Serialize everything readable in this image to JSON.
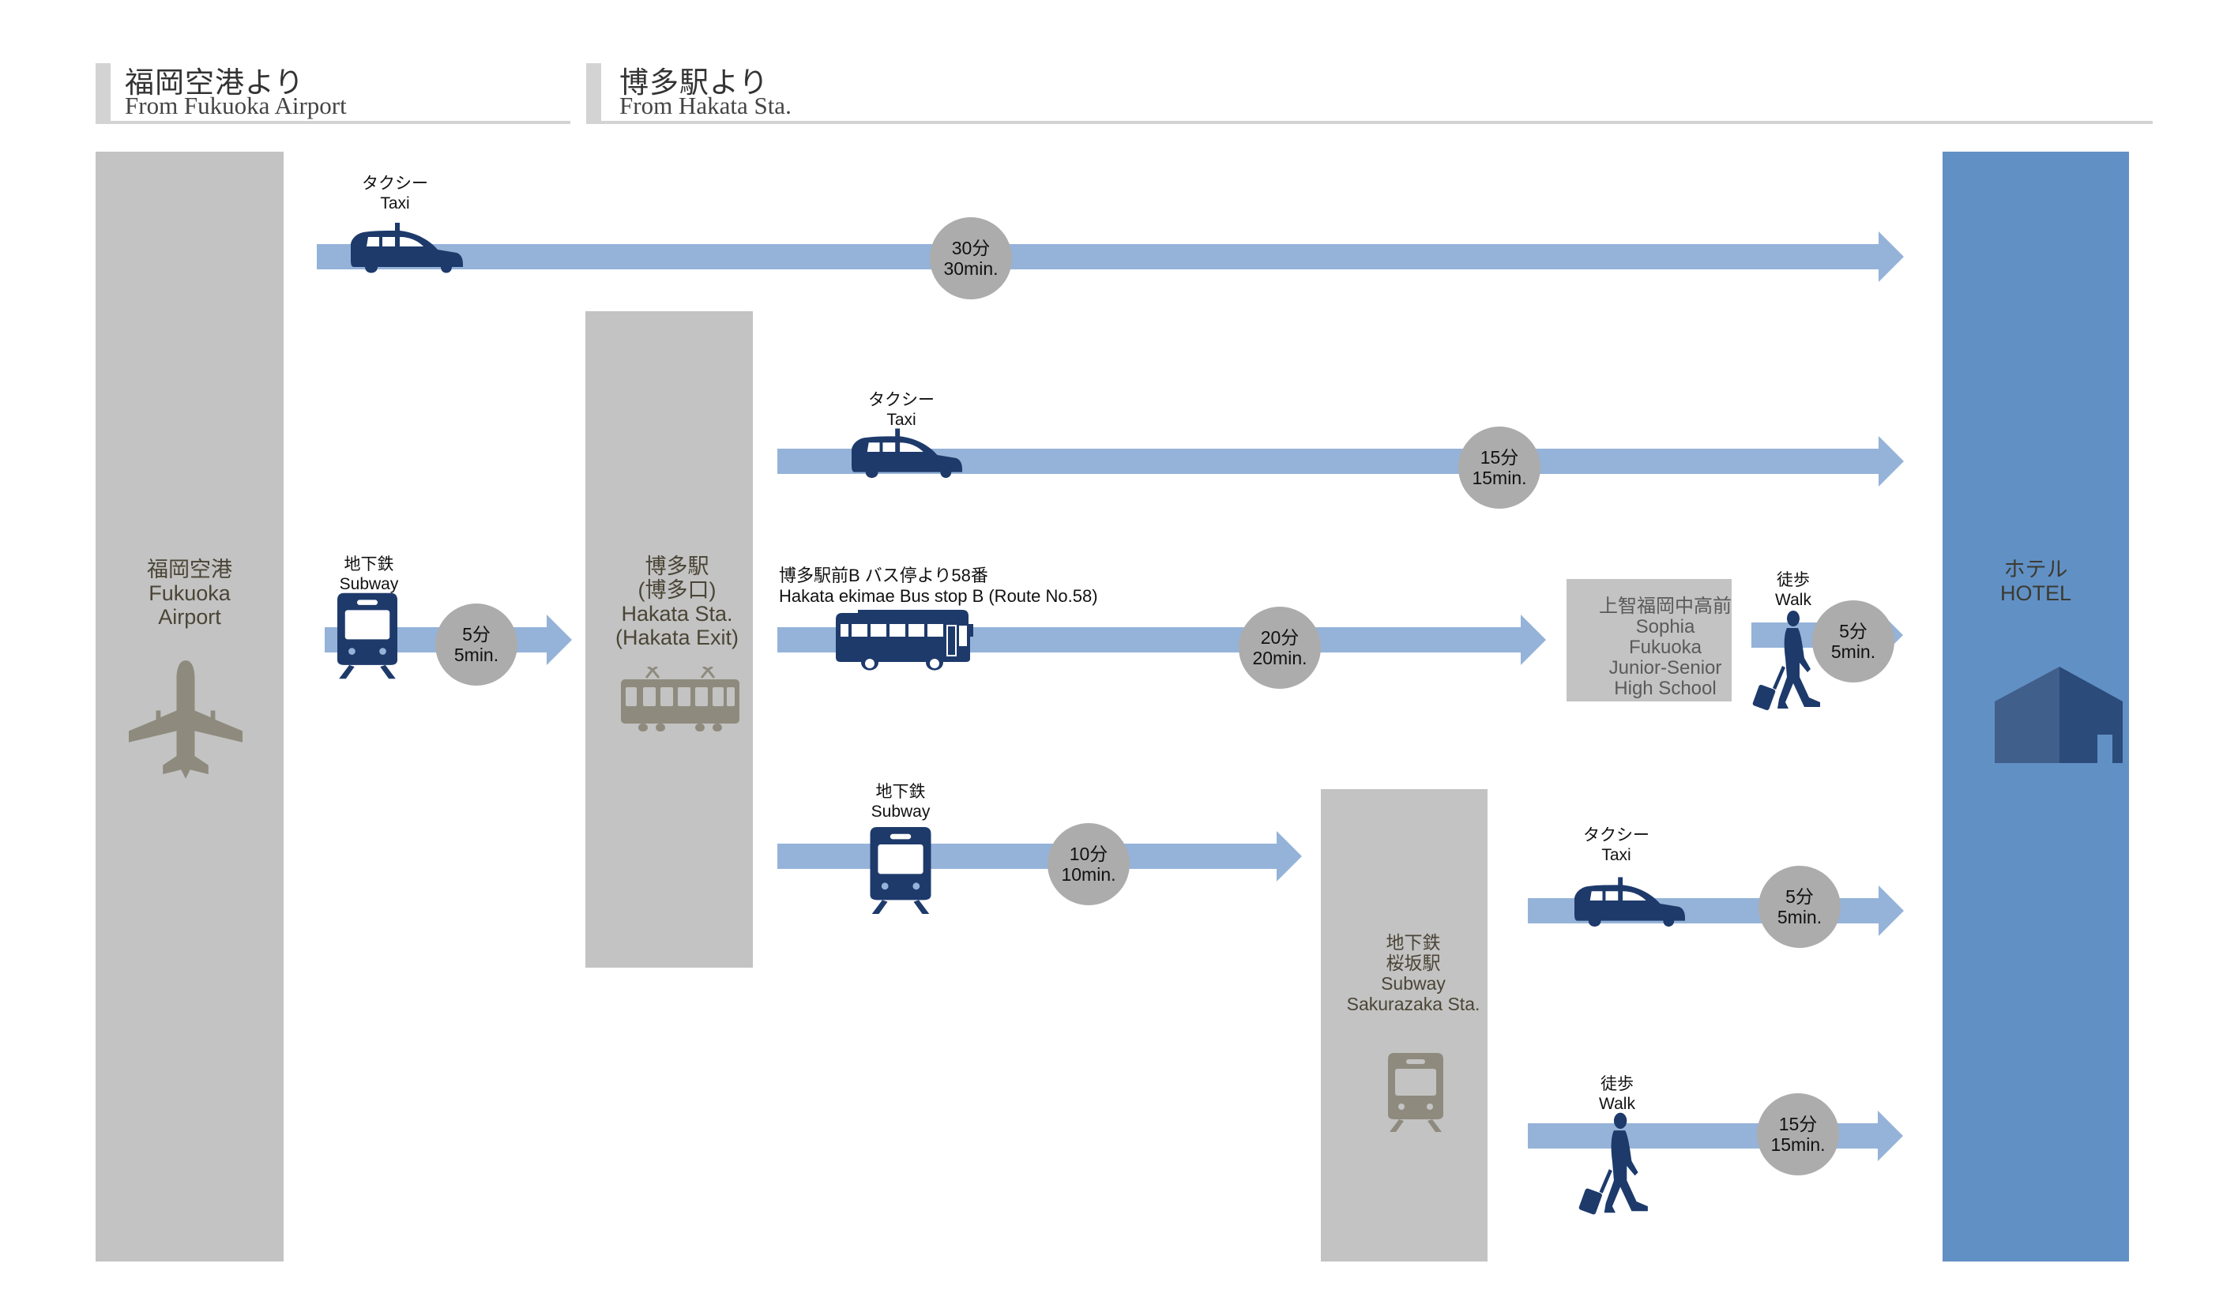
{
  "headers": [
    {
      "jp": "福岡空港より",
      "en": "From Fukuoka Airport"
    },
    {
      "jp": "博多駅より",
      "en": "From Hakata Sta."
    }
  ],
  "places": {
    "airport": {
      "lines": [
        "福岡空港",
        "Fukuoka",
        "Airport"
      ],
      "icon": "airplane-icon"
    },
    "hakata": {
      "lines": [
        "博多駅",
        "(博多口)",
        "Hakata Sta.",
        "(Hakata Exit)"
      ],
      "icon": "train-icon"
    },
    "sakurazaka": {
      "lines": [
        "地下鉄",
        "桜坂駅",
        "Subway",
        "Sakurazaka Sta."
      ],
      "icon": "subway-icon"
    },
    "school": {
      "lines": [
        "上智福岡中高前",
        "Sophia",
        "Fukuoka",
        "Junior-Senior",
        "High School"
      ]
    },
    "hotel": {
      "lines": [
        "ホテル",
        "HOTEL"
      ],
      "icon": "hotel-building-icon"
    }
  },
  "routes": [
    {
      "id": "airport-taxi",
      "mode_jp": "タクシー",
      "mode_en": "Taxi",
      "icon": "taxi-icon",
      "time_jp": "30分",
      "time_en": "30min.",
      "from": "Fukuoka Airport",
      "to": "HOTEL"
    },
    {
      "id": "hakata-taxi",
      "mode_jp": "タクシー",
      "mode_en": "Taxi",
      "icon": "taxi-icon",
      "time_jp": "15分",
      "time_en": "15min.",
      "from": "Hakata Sta.",
      "to": "HOTEL"
    },
    {
      "id": "airport-subway",
      "mode_jp": "地下鉄",
      "mode_en": "Subway",
      "icon": "subway-icon",
      "time_jp": "5分",
      "time_en": "5min.",
      "from": "Fukuoka Airport",
      "to": "Hakata Sta."
    },
    {
      "id": "hakata-bus",
      "mode_jp": "博多駅前B バス停より58番",
      "mode_en": "Hakata ekimae Bus stop B (Route No.58)",
      "icon": "bus-icon",
      "time_jp": "20分",
      "time_en": "20min.",
      "from": "Hakata Sta.",
      "to": "Sophia Fukuoka Junior-Senior High School"
    },
    {
      "id": "school-walk",
      "mode_jp": "徒歩",
      "mode_en": "Walk",
      "icon": "walker-icon",
      "time_jp": "5分",
      "time_en": "5min.",
      "from": "Sophia Fukuoka Junior-Senior High School",
      "to": "HOTEL"
    },
    {
      "id": "hakata-subway",
      "mode_jp": "地下鉄",
      "mode_en": "Subway",
      "icon": "subway-icon",
      "time_jp": "10分",
      "time_en": "10min.",
      "from": "Hakata Sta.",
      "to": "Subway Sakurazaka Sta."
    },
    {
      "id": "sakurazaka-taxi",
      "mode_jp": "タクシー",
      "mode_en": "Taxi",
      "icon": "taxi-icon",
      "time_jp": "5分",
      "time_en": "5min.",
      "from": "Subway Sakurazaka Sta.",
      "to": "HOTEL"
    },
    {
      "id": "sakurazaka-walk",
      "mode_jp": "徒歩",
      "mode_en": "Walk",
      "icon": "walker-icon",
      "time_jp": "15分",
      "time_en": "15min.",
      "from": "Subway Sakurazaka Sta.",
      "to": "HOTEL"
    }
  ],
  "colors": {
    "arrow": "#95b3d9",
    "icon_dark": "#1e3a6b",
    "station_box": "#c3c3c3",
    "time_circle": "#acacac",
    "hotel": "#6190c5",
    "header_accent": "#d3d3d3"
  }
}
